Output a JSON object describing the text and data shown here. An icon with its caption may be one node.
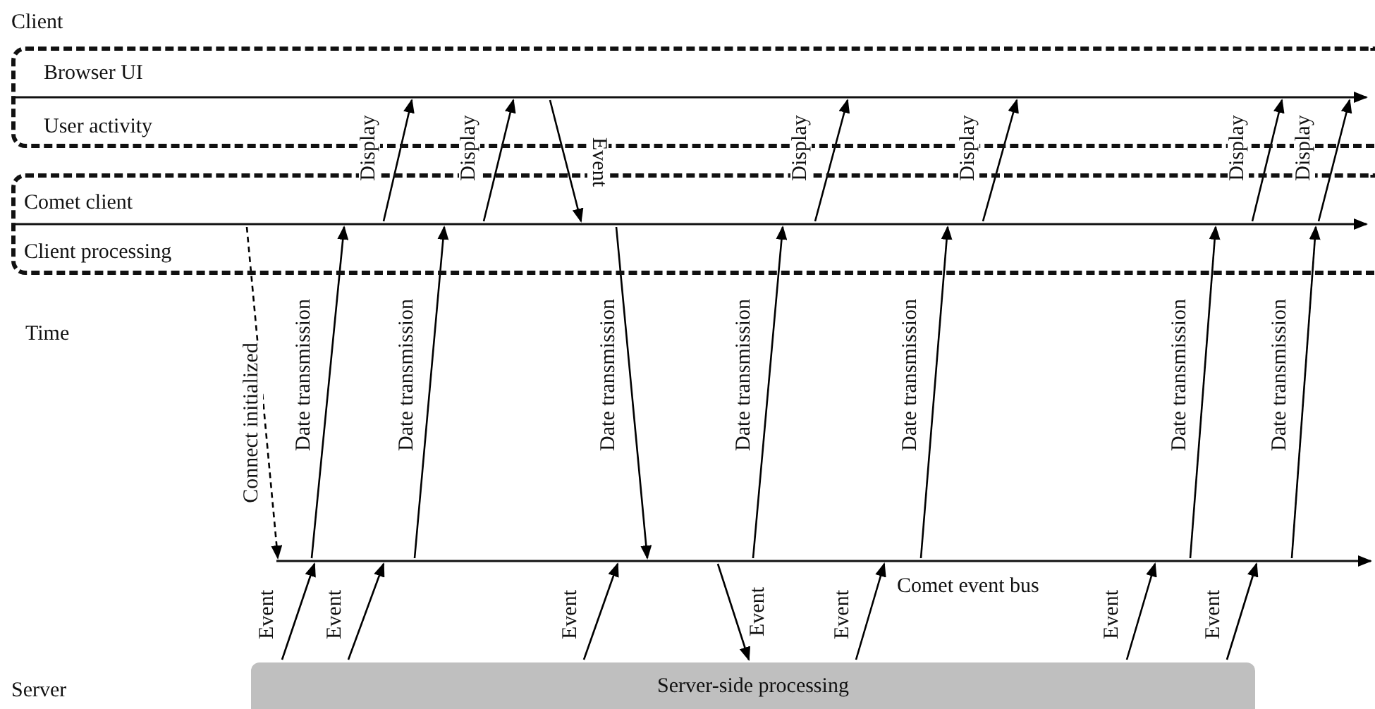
{
  "diagram": {
    "nodes": [
      {
        "text": [
          "Browser UI",
          "User activity"
        ]
      },
      {
        "text": [
          "Comet client",
          "Client processing"
        ]
      },
      {
        "text": [
          "Comet event bus"
        ]
      },
      {
        "text": [
          "Server-side processing"
        ]
      }
    ],
    "edges": [
      {
        "from": 1,
        "to": 2,
        "arrow": "to",
        "style": "dashed",
        "label": "Connect initialized"
      },
      {
        "from": 3,
        "to": 2,
        "arrow": "to",
        "label": "Event"
      },
      {
        "from": 2,
        "to": 1,
        "arrow": "to",
        "label": "Date transmission"
      },
      {
        "from": 1,
        "to": 0,
        "arrow": "to",
        "label": "Display"
      },
      {
        "from": 3,
        "to": 2,
        "arrow": "to",
        "label": "Event"
      },
      {
        "from": 2,
        "to": 1,
        "arrow": "to",
        "label": "Date transmission"
      },
      {
        "from": 1,
        "to": 0,
        "arrow": "to",
        "label": "Display"
      },
      {
        "from": 0,
        "to": 1,
        "arrow": "to",
        "label": "Event"
      },
      {
        "from": 3,
        "to": 2,
        "arrow": "to",
        "label": "Event"
      },
      {
        "from": 1,
        "to": 2,
        "arrow": "to",
        "label": "Date transmission"
      },
      {
        "from": 2,
        "to": 3,
        "arrow": "to",
        "label": "Event"
      },
      {
        "from": 2,
        "to": 1,
        "arrow": "to",
        "label": "Date transmission"
      },
      {
        "from": 1,
        "to": 0,
        "arrow": "to",
        "label": "Display"
      },
      {
        "from": 3,
        "to": 2,
        "arrow": "to",
        "label": "Event"
      },
      {
        "from": 2,
        "to": 1,
        "arrow": "to",
        "label": "Date transmission"
      },
      {
        "from": 1,
        "to": 0,
        "arrow": "to",
        "label": "Display"
      },
      {
        "from": 3,
        "to": 2,
        "arrow": "to",
        "label": "Event"
      },
      {
        "from": 2,
        "to": 1,
        "arrow": "to",
        "label": "Date transmission"
      },
      {
        "from": 1,
        "to": 0,
        "arrow": "to",
        "label": "Display"
      },
      {
        "from": 3,
        "to": 2,
        "arrow": "to",
        "label": "Event"
      },
      {
        "from": 2,
        "to": 1,
        "arrow": "to",
        "label": "Date transmission"
      },
      {
        "from": 1,
        "to": 0,
        "arrow": "to",
        "label": "Display"
      }
    ],
    "labels": [
      "Client",
      "Time",
      "Server"
    ]
  }
}
